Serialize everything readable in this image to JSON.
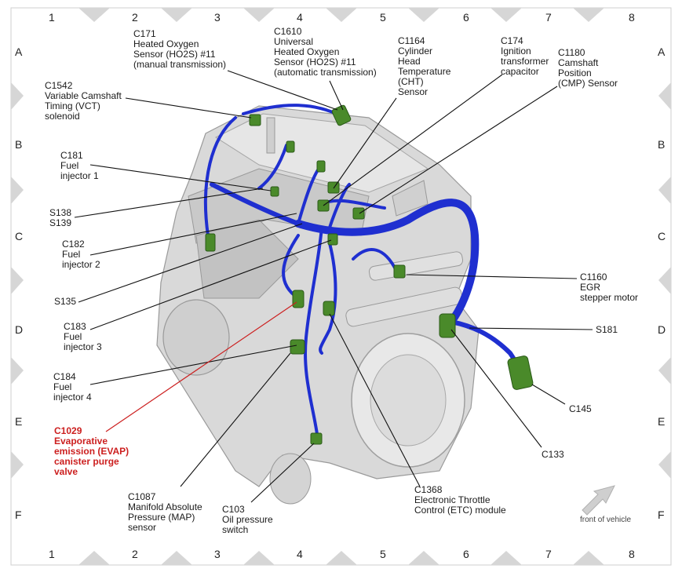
{
  "grid": {
    "columns": [
      "1",
      "2",
      "3",
      "4",
      "5",
      "6",
      "7",
      "8"
    ],
    "rows": [
      "A",
      "B",
      "C",
      "D",
      "E",
      "F"
    ]
  },
  "labels": {
    "c171": "C171\nHeated Oxygen\nSensor (HO2S) #11\n(manual transmission)",
    "c1610": "C1610\nUniversal\nHeated Oxygen\nSensor (HO2S) #11\n(automatic transmission)",
    "c1164": "C1164\nCylinder\nHead\nTemperature\n(CHT)\nSensor",
    "c174": "C174\nIgnition\ntransformer\ncapacitor",
    "c1180": "C1180\nCamshaft\nPosition\n(CMP) Sensor",
    "c1542": "C1542\nVariable Camshaft\nTiming (VCT)\nsolenoid",
    "c181": "C181\nFuel\ninjector 1",
    "s138": "S138\nS139",
    "c182": "C182\nFuel\ninjector 2",
    "s135": "S135",
    "c183": "C183\nFuel\ninjector 3",
    "c184": "C184\nFuel\ninjector 4",
    "c1029": "C1029\nEvaporative\nemission (EVAP)\ncanister purge\nvalve",
    "c1087": "C1087\nManifold Absolute\nPressure (MAP)\nsensor",
    "c103": "C103\nOil pressure\nswitch",
    "c1368": "C1368\nElectronic Throttle\nControl (ETC) module",
    "c133": "C133",
    "c145": "C145",
    "s181": "S181",
    "c1160": "C1160\nEGR\nstepper motor"
  },
  "footer": {
    "front_label": "front of vehicle"
  },
  "colors": {
    "harness": "#1f2fd0",
    "connector": "#4a8a2a",
    "highlight": "#cc1f1f",
    "engine": "#d4d4d4"
  }
}
